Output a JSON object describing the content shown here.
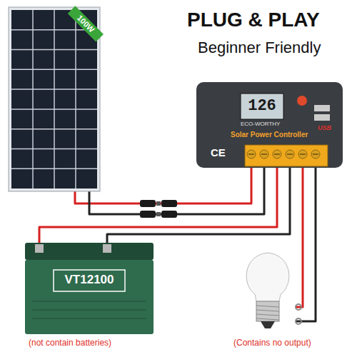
{
  "diagram": {
    "title": "PLUG & PLAY",
    "nodes": [
      {
        "text": [
          "100W"
        ]
      },
      {
        "text": [
          "ECO-WORTHY",
          "126",
          "Solar Power Controller",
          "USB",
          "CE"
        ]
      },
      {
        "text": [
          "VT12100",
          "(not contain batteries)"
        ]
      },
      {
        "text": [
          "(Contains no output)"
        ]
      }
    ],
    "edges": [
      {
        "from": 0,
        "to": 1,
        "arrow": "none"
      },
      {
        "from": 0,
        "to": 1,
        "arrow": "none"
      },
      {
        "from": 1,
        "to": 2,
        "arrow": "none"
      },
      {
        "from": 1,
        "to": 2,
        "arrow": "none"
      },
      {
        "from": 1,
        "to": 3,
        "arrow": "none"
      },
      {
        "from": 1,
        "to": 3,
        "arrow": "none"
      }
    ],
    "labels": [
      "Beginner Friendly"
    ]
  }
}
